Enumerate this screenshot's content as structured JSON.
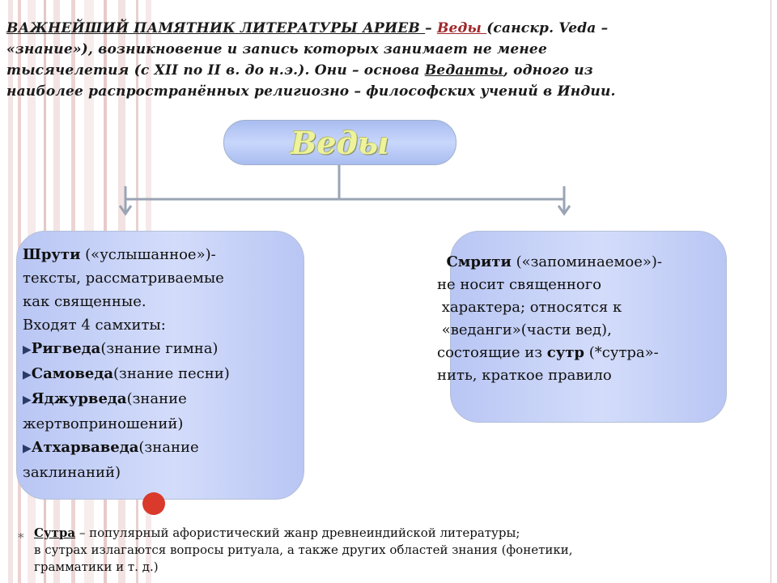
{
  "heading": {
    "part1": "ВАЖНЕЙШИЙ ПАМЯТНИК ЛИТЕРАТУРЫ АРИЕВ ",
    "dash1": " – ",
    "vedy_link": "Веды ",
    "part2": " (санскр. Veda – «знание»), возникновение и запись которых занимает не менее тысячелетия (с XII по II в. до н.э.). Они – основа ",
    "vedanta_link": "Веданты",
    "part3": ", одного из наиболее распространённых религиозно – философских учений в Индии."
  },
  "center_box": {
    "title": "Веды"
  },
  "left_box": {
    "shruti": "Шрути",
    "shruti_rest_1": " («услышанное»)-",
    "line2": "тексты, рассматриваемые",
    "line3": "как священные.",
    "line4": "Входят 4 самхиты:",
    "items": [
      {
        "bold": "Ригведа",
        "rest": "(знание гимна)"
      },
      {
        "bold": "Самоведа",
        "rest": "(знание песни)"
      },
      {
        "bold": "Яджурведа",
        "rest": "(знание"
      },
      {
        "bold": "",
        "rest": "жертвоприношений)"
      },
      {
        "bold": "Атхарваведа",
        "rest": "(знание"
      },
      {
        "bold": "",
        "rest": "заклинаний)"
      }
    ]
  },
  "right_box": {
    "smriti": "Смрити",
    "smriti_rest": " («запоминаемое»)-",
    "line2": "не носит священного",
    "line3": " характера; относятся к",
    "line4": " «веданги»(части вед),",
    "line5_a": "состоящие из ",
    "line5_b": "сутр",
    "line5_c": " (*сутра»-",
    "line6": "нить, краткое правило"
  },
  "footnote": {
    "star": "*",
    "term": "Сутра",
    "line1_rest": " – популярный афористический жанр древнеиндийской литературы;",
    "line2": "в сутрах излагаются вопросы ритуала, а также других областей знания (фонетики,",
    "line3": "грамматики и т. д.)"
  },
  "colors": {
    "accent_red": "#a0282b",
    "box_blue": "#c8d6fb",
    "title_yellow": "#eef39a",
    "dot_red": "#d93a2c"
  }
}
